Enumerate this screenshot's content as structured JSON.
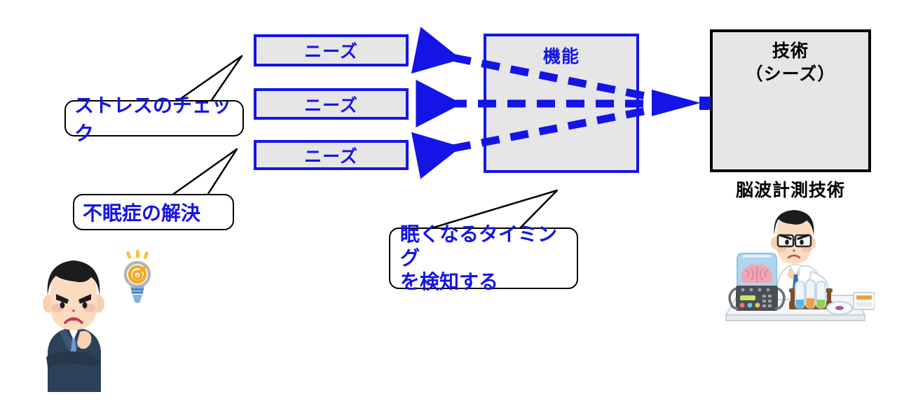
{
  "diagram": {
    "title_concept": "needs-function-seeds mapping diagram",
    "needs_boxes": [
      {
        "label": "ニーズ"
      },
      {
        "label": "ニーズ"
      },
      {
        "label": "ニーズ"
      }
    ],
    "function_box": {
      "label": "機能"
    },
    "technology_box": {
      "line1": "技術",
      "line2": "（シーズ）",
      "caption": "脳波計測技術"
    },
    "callouts": [
      {
        "id": "stress",
        "text": "ストレスのチェック"
      },
      {
        "id": "insomnia",
        "text": "不眠症の解決"
      },
      {
        "id": "timing",
        "line1": "眠くなるタイミング",
        "line2": "を検知する"
      }
    ],
    "illustrations": [
      {
        "name": "thinking-businessman-illustration"
      },
      {
        "name": "lightbulb-idea-illustration"
      },
      {
        "name": "scientist-brain-research-illustration"
      }
    ],
    "colors": {
      "accent_blue": "#1414e6",
      "box_fill": "#e6e6e6",
      "outline_black": "#000000",
      "background": "#ffffff"
    }
  }
}
